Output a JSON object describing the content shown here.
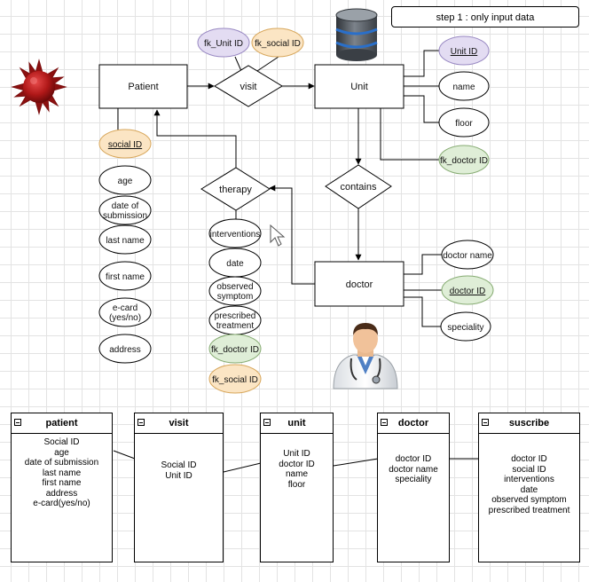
{
  "title": "step 1 : only input data",
  "entities": {
    "patient": "Patient",
    "unit": "Unit",
    "doctor": "doctor"
  },
  "relations": {
    "visit": "visit",
    "therapy": "therapy",
    "contains": "contains"
  },
  "attributes": {
    "fk_unit_id": "fk_Unit ID",
    "fk_social_id_top": "fk_social ID",
    "unit_id": "Unit ID",
    "name": "name",
    "floor": "floor",
    "fk_doctor_id_unit": "fk_doctor ID",
    "social_id": "social ID",
    "age": "age",
    "date_of_submission": [
      "date of",
      "submission"
    ],
    "last_name": "last name",
    "first_name": "first name",
    "e_card": [
      "e-card",
      "(yes/no)"
    ],
    "address": "address",
    "interventions": "interventions",
    "date": "date",
    "observed_symptom": [
      "observed",
      "symptom"
    ],
    "prescribed_treatment": [
      "prescribed",
      "treatment"
    ],
    "fk_doctor_id_therapy": "fk_doctor ID",
    "fk_social_id_therapy": "fk_social ID",
    "doctor_name": "doctor name",
    "doctor_id": "doctor ID",
    "speciality": "speciality"
  },
  "tables": [
    {
      "name": "patient",
      "fields": [
        "Social ID",
        "age",
        "date of submission",
        "last name",
        "first name",
        "address",
        "e-card(yes/no)"
      ]
    },
    {
      "name": "visit",
      "fields": [
        "Social ID",
        "Unit ID"
      ]
    },
    {
      "name": "unit",
      "fields": [
        "Unit ID",
        "doctor ID",
        "name",
        "floor"
      ]
    },
    {
      "name": "doctor",
      "fields": [
        "doctor ID",
        "doctor name",
        "speciality"
      ]
    },
    {
      "name": "suscribe",
      "fields": [
        "doctor ID",
        "social ID",
        "interventions",
        "date",
        "observed symptom",
        "prescribed treatment"
      ]
    }
  ],
  "icons": {
    "virus": "virus-icon",
    "database": "database-icon",
    "doctor": "doctor-avatar-icon",
    "cursor": "mouse-cursor-icon"
  },
  "colors": {
    "primary_key": "#e3dcf2",
    "foreign_key_social": "#fbe5c4",
    "foreign_key_doctor": "#dfeed7",
    "virus": "#b01818"
  }
}
